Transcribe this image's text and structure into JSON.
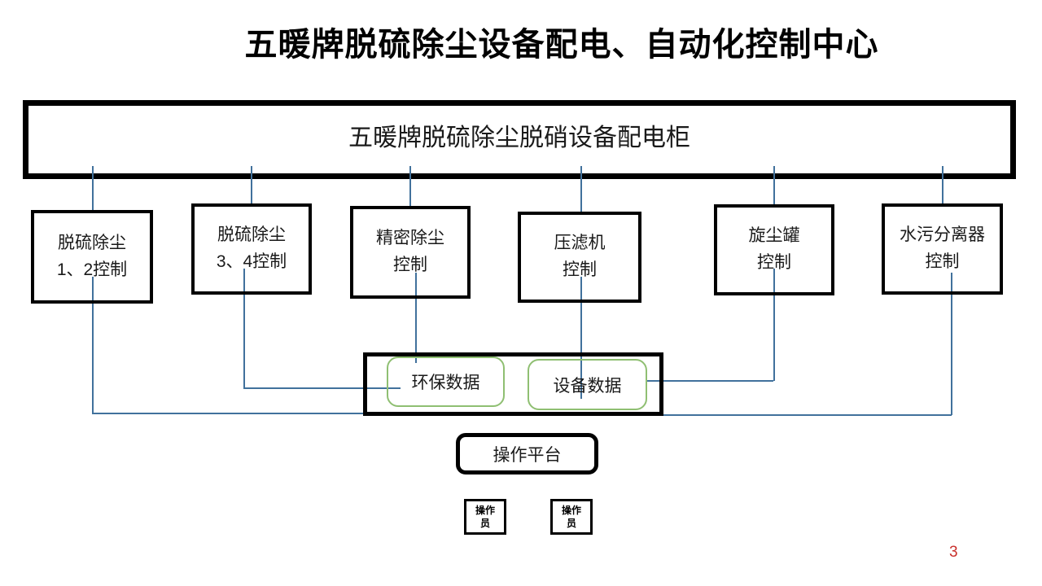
{
  "title": "五暖牌脱硫除尘设备配电、自动化控制中心",
  "cabinet": {
    "label": "五暖牌脱硫除尘脱硝设备配电柜"
  },
  "controls": [
    {
      "line1": "脱硫除尘",
      "line2": "1、2控制"
    },
    {
      "line1": "脱硫除尘",
      "line2": "3、4控制"
    },
    {
      "line1": "精密除尘",
      "line2": "控制"
    },
    {
      "line1": "压滤机",
      "line2": "控制"
    },
    {
      "line1": "旋尘罐",
      "line2": "控制"
    },
    {
      "line1": "水污分离器",
      "line2": "控制"
    }
  ],
  "data_panel": {
    "items": [
      {
        "label": "环保数据"
      },
      {
        "label": "设备数据"
      }
    ]
  },
  "platform": {
    "label": "操作平台"
  },
  "operators": [
    {
      "line1": "操作",
      "line2": "员"
    },
    {
      "line1": "操作",
      "line2": "员"
    }
  ],
  "page": {
    "number": "3"
  },
  "colors": {
    "connector_line": "#41719C",
    "data_chip_border": "#8FBF72",
    "box_border": "#000000",
    "page_number": "#C9302C"
  }
}
